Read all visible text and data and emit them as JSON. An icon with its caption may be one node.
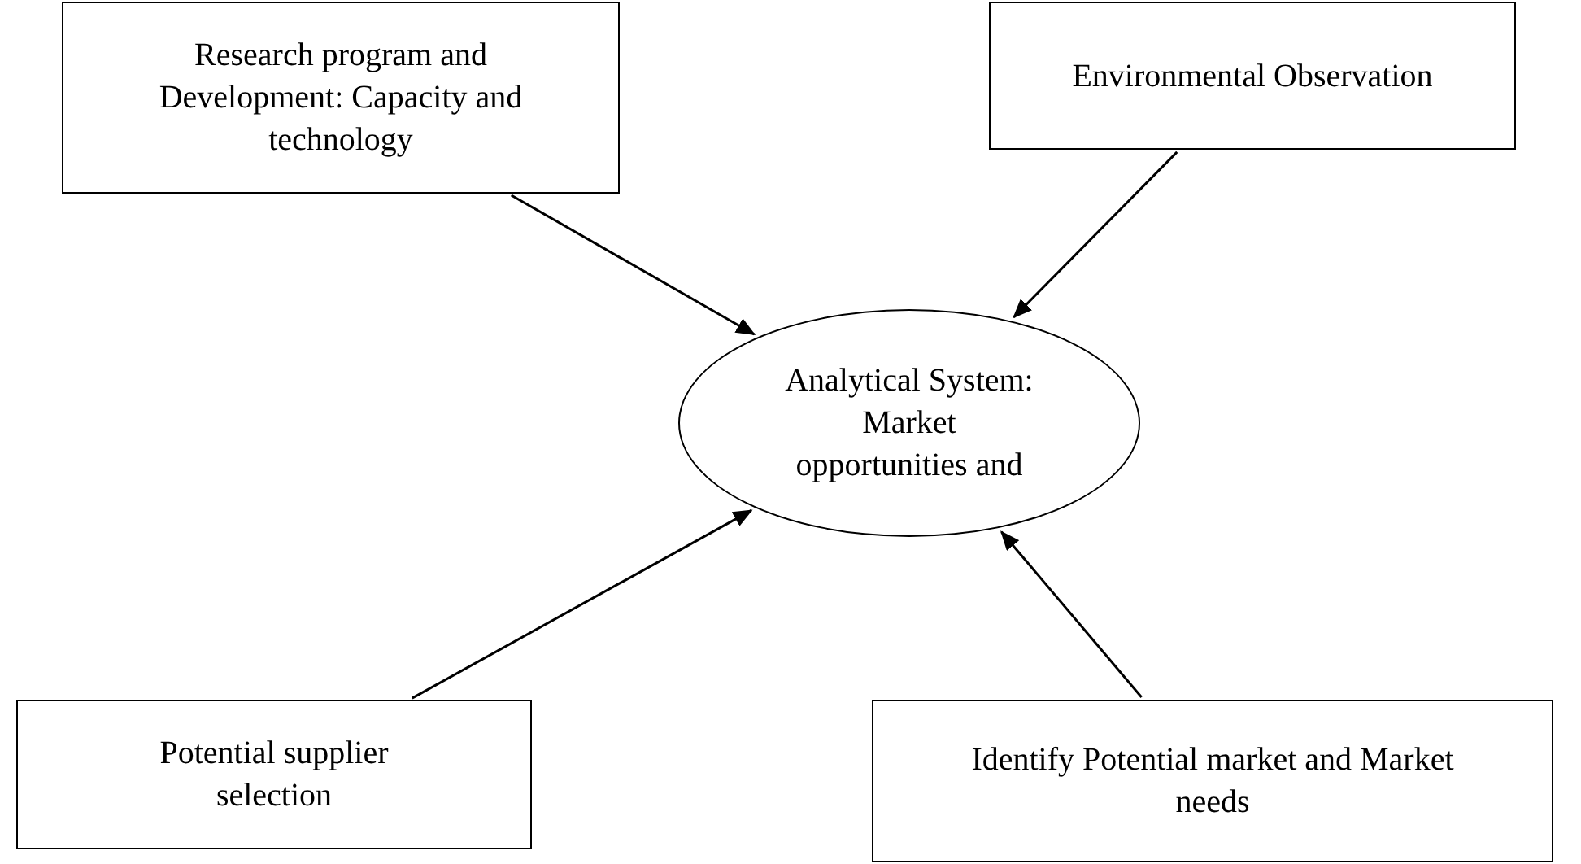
{
  "diagram": {
    "nodes": [
      {
        "text": [
          "Research program and Development: Capacity and technology"
        ]
      },
      {
        "text": [
          "Environmental Observation"
        ]
      },
      {
        "text": [
          "Analytical System: Market opportunities and"
        ]
      },
      {
        "text": [
          "Potential supplier selection"
        ]
      },
      {
        "text": [
          "Identify Potential market and Market needs"
        ]
      }
    ],
    "edges": [
      {
        "from": 0,
        "to": 2,
        "arrow": "to"
      },
      {
        "from": 1,
        "to": 2,
        "arrow": "to"
      },
      {
        "from": 3,
        "to": 2,
        "arrow": "to"
      },
      {
        "from": 4,
        "to": 2,
        "arrow": "to"
      }
    ]
  }
}
